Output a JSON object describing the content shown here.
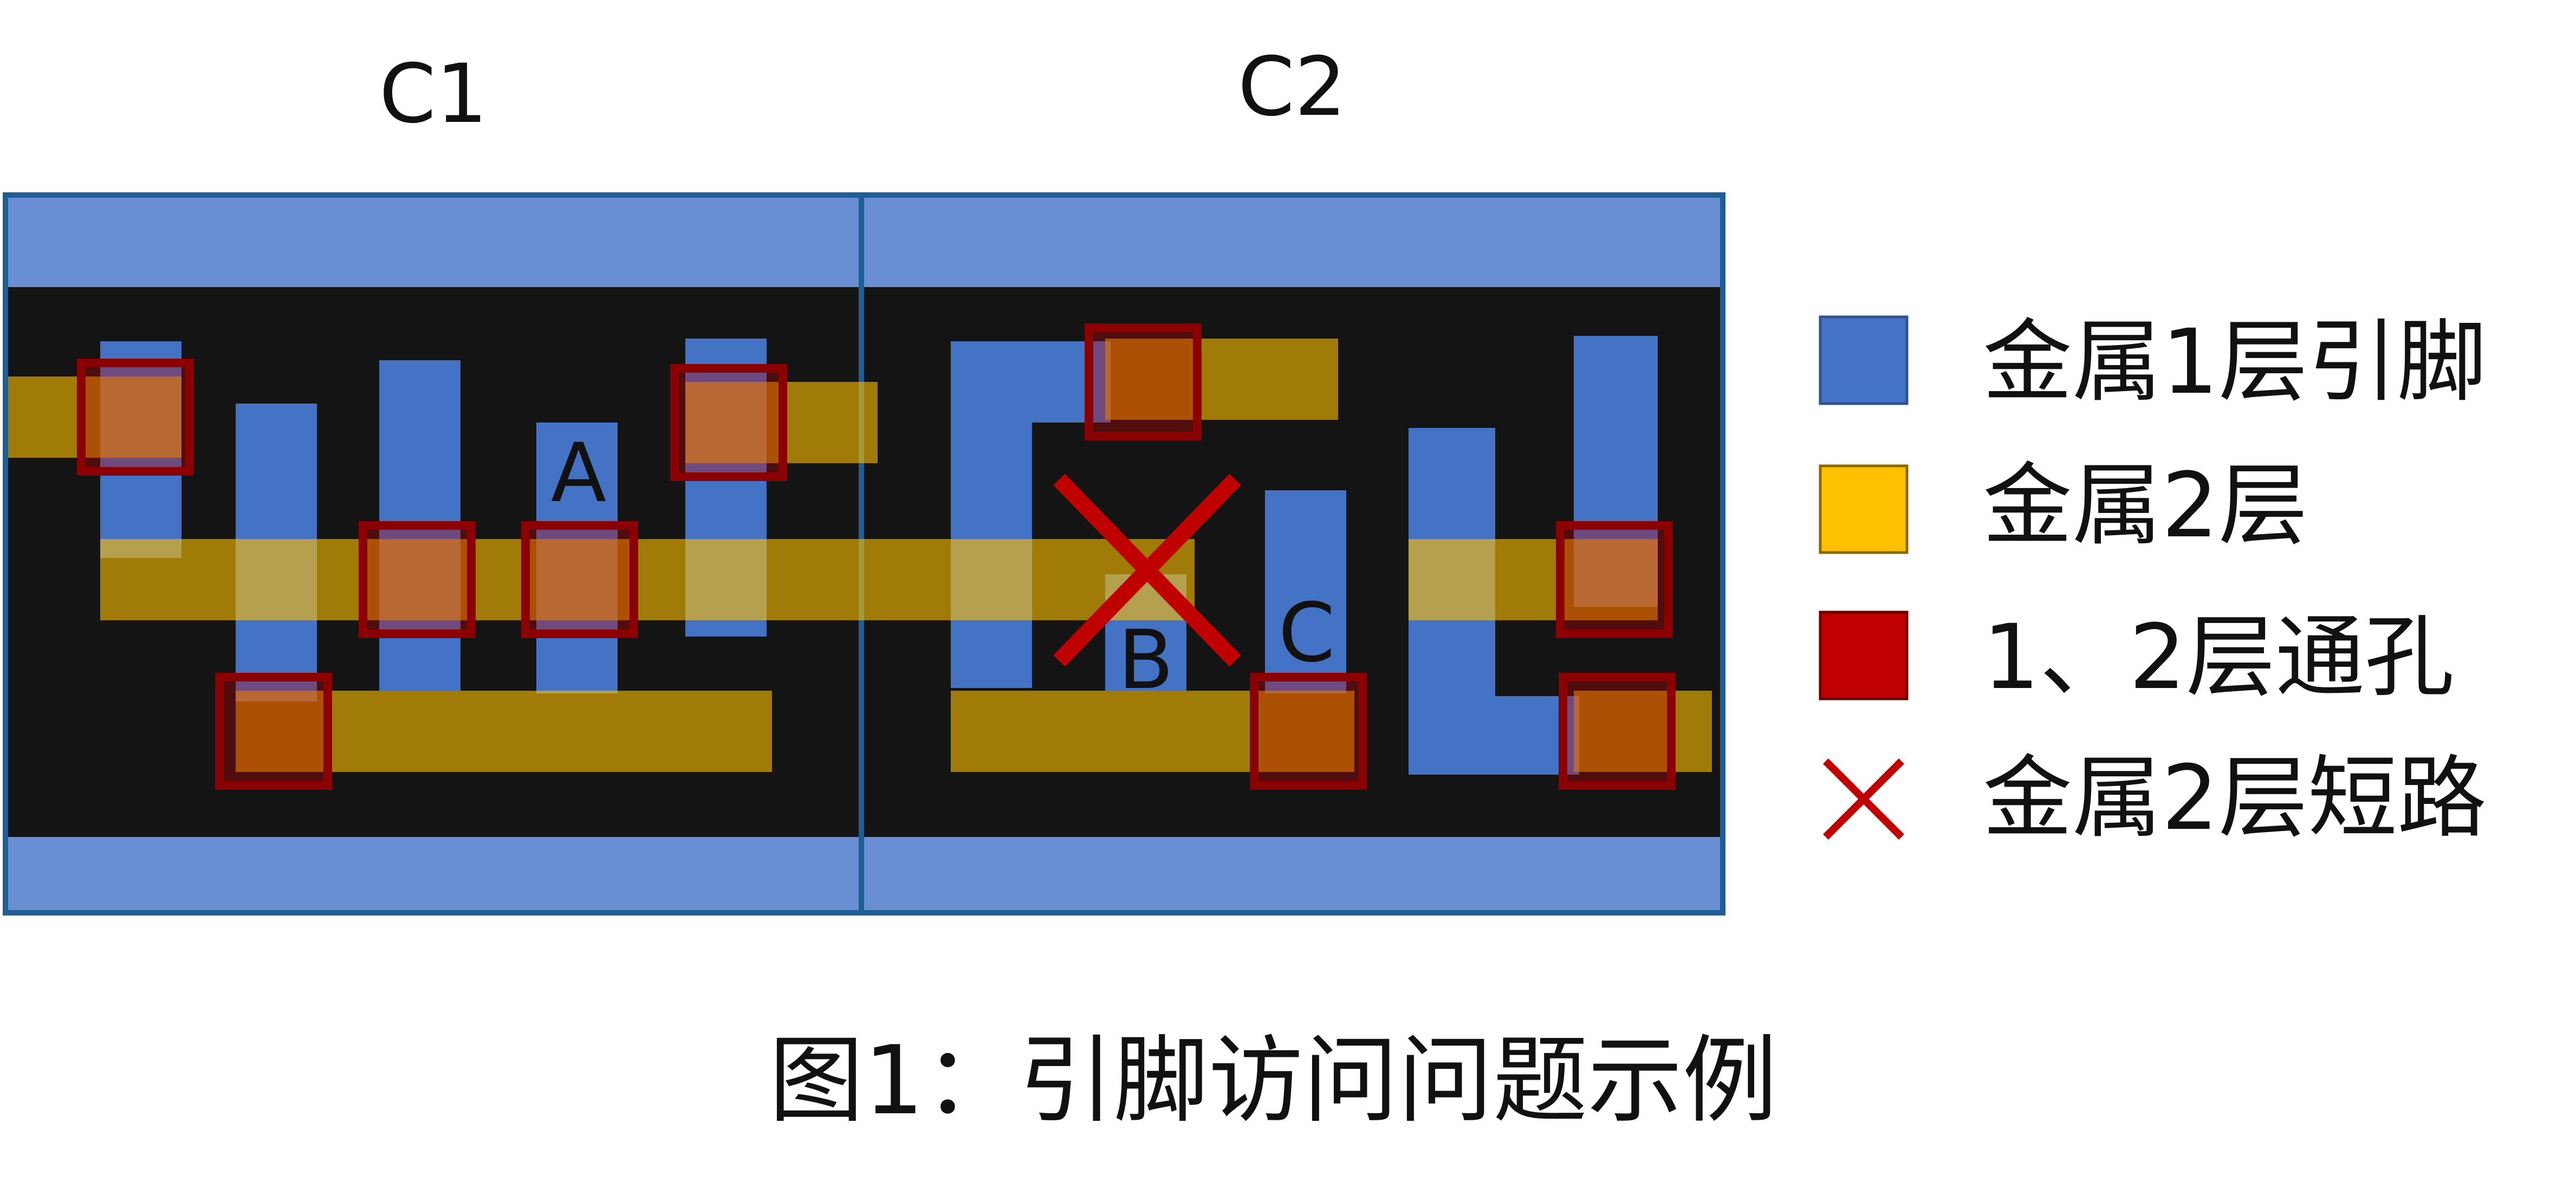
{
  "cells": {
    "c1": {
      "label": "C1"
    },
    "c2": {
      "label": "C2"
    }
  },
  "pins": {
    "a": {
      "label": "A"
    },
    "b": {
      "label": "B"
    },
    "c": {
      "label": "C"
    }
  },
  "legend": {
    "items": [
      {
        "key": "metal1_pin",
        "label": "金属1层引脚",
        "color": "#4472c4"
      },
      {
        "key": "metal2",
        "label": "金属2层",
        "color": "#ffc000"
      },
      {
        "key": "via12",
        "label": "1、2层通孔",
        "color": "#c00000"
      },
      {
        "key": "short",
        "label": "金属2层短路",
        "color": "#c00000",
        "icon": "x-mark-icon"
      }
    ]
  },
  "caption": "图1：引脚访问问题示例",
  "colors": {
    "rail": "#6a8ed4",
    "background": "#141414",
    "metal1": "#4472c4",
    "metal2": "#ffc000",
    "via": "#c00000",
    "cell_border": "#1f5e94"
  }
}
